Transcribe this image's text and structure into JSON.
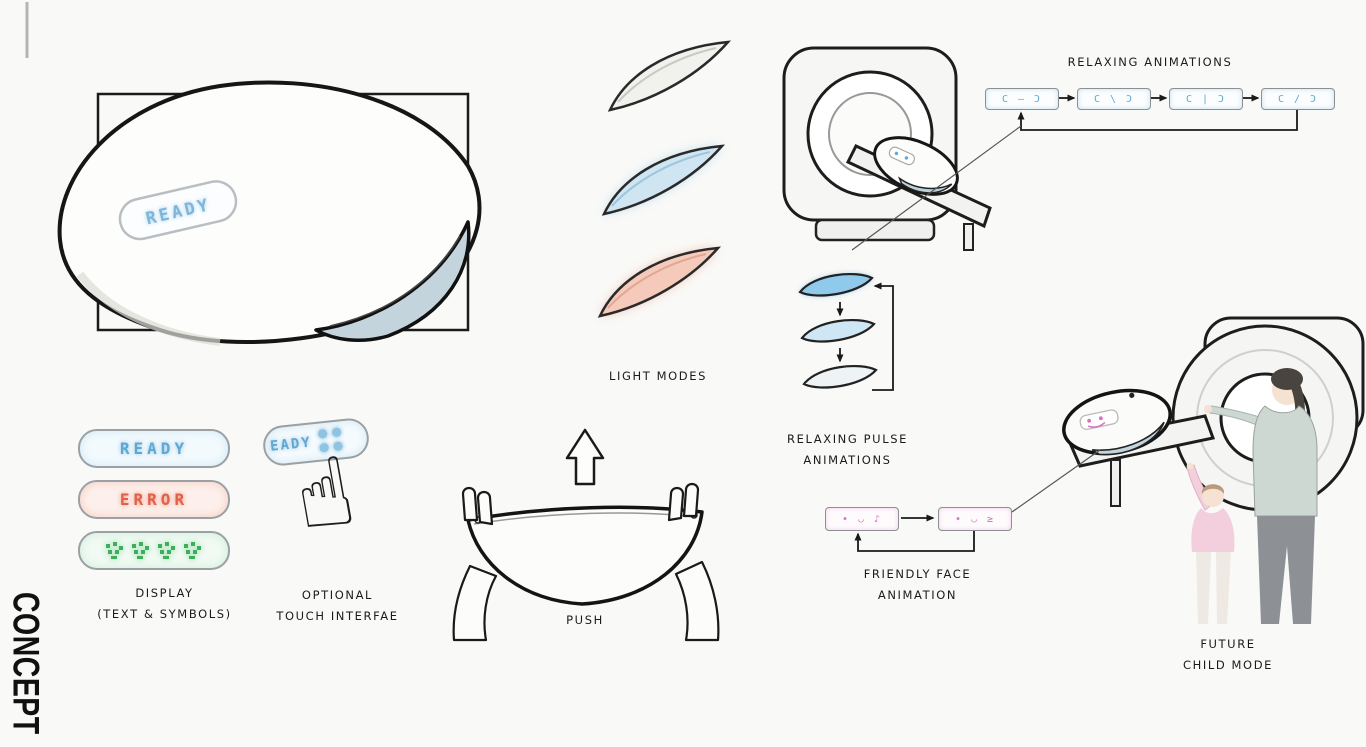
{
  "page": {
    "vertical_label": "CONCEPT"
  },
  "hero": {
    "display_text": "READY"
  },
  "light_modes": {
    "label": "LIGHT MODES"
  },
  "relaxing_animations": {
    "label": "RELAXING ANIMATIONS",
    "frames": [
      "C — Ɔ",
      "C \\ Ɔ",
      "C | Ɔ",
      "C / Ɔ"
    ]
  },
  "relaxing_pulse": {
    "label_line1": "RELAXING PULSE",
    "label_line2": "ANIMATIONS"
  },
  "display_samples": {
    "label_line1": "DISPLAY",
    "label_line2": "(TEXT & SYMBOLS)",
    "ready_text": "READY",
    "error_text": "ERROR",
    "symbols_icon": "green-pixel-glyphs"
  },
  "touch_interface": {
    "label_line1": "OPTIONAL",
    "label_line2": "TOUCH INTERFAE",
    "display_text": "EADY"
  },
  "push": {
    "label": "PUSH"
  },
  "friendly_face": {
    "label_line1": "FRIENDLY FACE",
    "label_line2": "ANIMATION",
    "frames": [
      "• ◡ ♪",
      "• ◡ ≥"
    ]
  },
  "future_child_mode": {
    "label_line1": "FUTURE",
    "label_line2": "CHILD MODE"
  },
  "icons": {
    "pointing_hand": "☝"
  },
  "colors": {
    "ready_blue": "#5fa8d3",
    "error_red": "#e0614a",
    "symbol_green": "#3fae5a",
    "glow_blue": "#cfe8f5",
    "glow_red": "#f6cdbf",
    "light_mode_blue": "#cfe5f2",
    "light_mode_red": "#f5cabb",
    "face_pink": "#d86fc0"
  }
}
